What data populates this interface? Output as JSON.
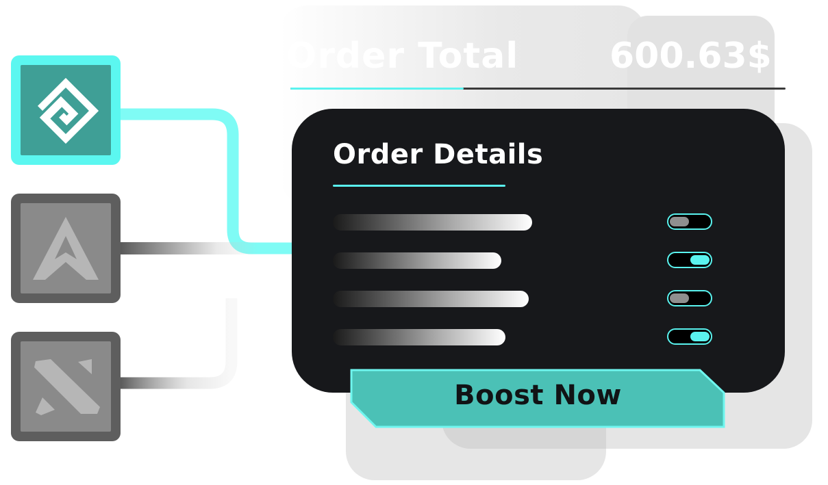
{
  "order_total": {
    "label": "Order Total",
    "value": "600.63$",
    "progress": 0.35
  },
  "games": [
    {
      "name": "eneba-icon",
      "selected": true
    },
    {
      "name": "apex-icon",
      "selected": false
    },
    {
      "name": "dota-icon",
      "selected": false
    }
  ],
  "order_details": {
    "title": "Order Details",
    "rows": [
      {
        "fill": 0.52,
        "enabled": false
      },
      {
        "fill": 0.44,
        "enabled": true
      },
      {
        "fill": 0.51,
        "enabled": false
      },
      {
        "fill": 0.45,
        "enabled": true
      }
    ]
  },
  "boost_button": {
    "label": "Boost Now"
  },
  "colors": {
    "accent": "#5af3ef",
    "card": "#17181b",
    "button": "#4bc1b6",
    "icon_active": "#3f9f96",
    "icon_idle": "#8a8a8a"
  }
}
